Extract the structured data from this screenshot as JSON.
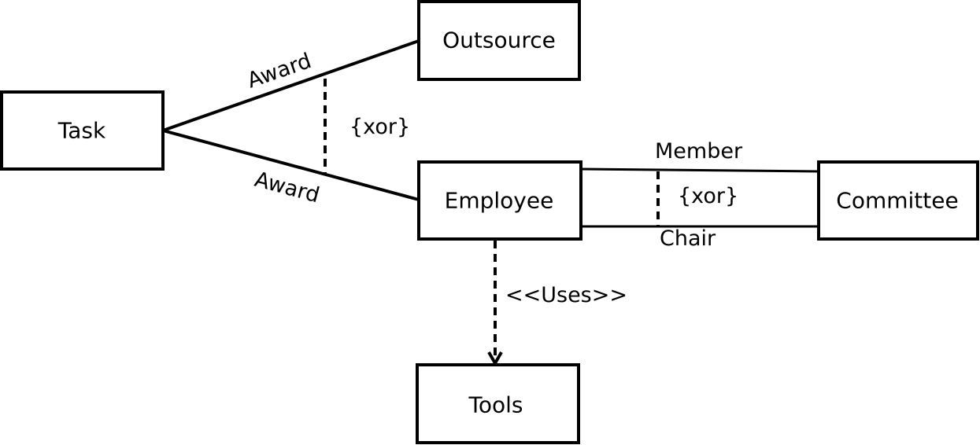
{
  "nodes": {
    "task": "Task",
    "outsource": "Outsource",
    "employee": "Employee",
    "committee": "Committee",
    "tools": "Tools"
  },
  "edges": {
    "award_outsource": "Award",
    "award_employee": "Award",
    "member": "Member",
    "chair": "Chair",
    "uses": "<<Uses>>"
  },
  "constraints": {
    "task_award_xor": "{xor}",
    "committee_xor": "{xor}"
  }
}
